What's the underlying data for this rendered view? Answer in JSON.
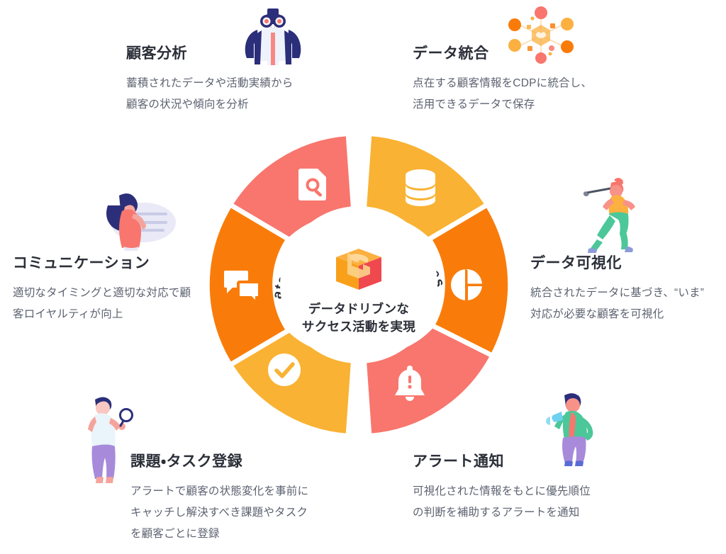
{
  "center": {
    "arc_tagline": "Data-driven Customer Success",
    "caption_line1": "データドリブンな",
    "caption_line2": "サクセス活動を実現",
    "logo_name": "data-driven-cube-logo"
  },
  "features": [
    {
      "id": "analysis",
      "title": "顧客分析",
      "desc_line1": "蓄積されたデータや活動実績から",
      "desc_line2": "顧客の状況や傾向を分析",
      "illustration": "person-with-binoculars-illustration",
      "segment_icon": "document-search-icon",
      "segment_color": "#F8766D"
    },
    {
      "id": "integration",
      "title": "データ統合",
      "desc_line1": "点在する顧客情報をCDPに統合し、",
      "desc_line2": "活用できるデータで保存",
      "illustration": "connected-nodes-network-illustration",
      "segment_icon": "database-icon",
      "segment_color": "#F9B233"
    },
    {
      "id": "visualization",
      "title": "データ可視化",
      "desc_line1": "統合されたデータに基づき、“いま”",
      "desc_line2": "対応が必要な顧客を可視化",
      "illustration": "person-with-telescope-illustration",
      "segment_icon": "pie-chart-icon",
      "segment_color": "#F97C0A"
    },
    {
      "id": "alert",
      "title": "アラート通知",
      "desc_line1": "可視化された情報をもとに優先順位",
      "desc_line2": "の判断を補助するアラートを通知",
      "illustration": "person-with-megaphone-illustration",
      "segment_icon": "bell-alert-icon",
      "segment_color": "#F8766D"
    },
    {
      "id": "task",
      "title": "課題・タスク登録",
      "desc_line1": "アラートで顧客の状態変化を事前に",
      "desc_line2": "キャッチし解決すべき課題やタスク",
      "desc_line3": "を顧客ごとに登録",
      "illustration": "person-with-magnifier-illustration",
      "segment_icon": "check-circle-icon",
      "segment_color": "#F9B233"
    },
    {
      "id": "communication",
      "title": "コミュニケーション",
      "desc_line1": "適切なタイミングと適切な対応で顧",
      "desc_line2": "客ロイヤルティが向上",
      "illustration": "person-with-chat-panel-illustration",
      "segment_icon": "chat-bubbles-icon",
      "segment_color": "#F97C0A"
    }
  ],
  "chart_data": {
    "type": "pie",
    "title": "Data-driven Customer Success",
    "legend_position": "around",
    "grid": false,
    "categories": [
      "顧客分析",
      "データ統合",
      "データ可視化",
      "アラート通知",
      "課題・タスク登録",
      "コミュニケーション"
    ],
    "values": [
      16.67,
      16.67,
      16.67,
      16.67,
      16.67,
      16.67
    ],
    "colors": [
      "#F8766D",
      "#F9B233",
      "#F97C0A",
      "#F8766D",
      "#F9B233",
      "#F97C0A"
    ],
    "annotations": [
      "document-search-icon",
      "database-icon",
      "pie-chart-icon",
      "bell-alert-icon",
      "check-circle-icon",
      "chat-bubbles-icon"
    ]
  },
  "palette": {
    "coral": "#F8766D",
    "amber": "#F9B233",
    "orange": "#F97C0A",
    "ink": "#2b2f38",
    "body": "#5c6270",
    "white": "#ffffff"
  }
}
